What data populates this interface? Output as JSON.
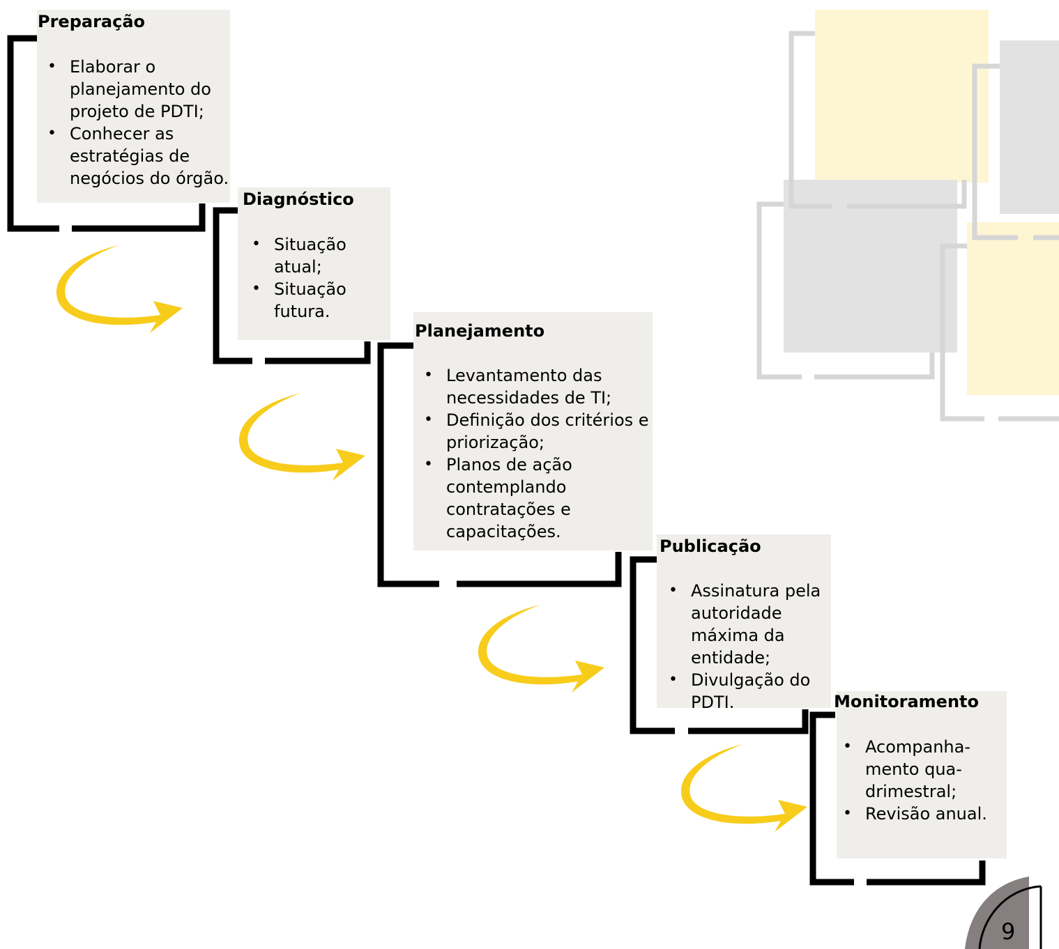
{
  "steps": [
    {
      "title": "Preparação",
      "bullets": [
        " Elaborar o planejamento do projeto de PDTI;",
        " Conhecer as estratégias de negócios do órgão."
      ]
    },
    {
      "title": "Diagnóstico",
      "bullets": [
        "Situação atual;",
        "Situação futura."
      ]
    },
    {
      "title": "Planejamento",
      "bullets": [
        "Levantamento das necessidades de TI;",
        "Definição dos critérios e priorização;",
        "Planos de ação contemplando contratações e capacitações."
      ]
    },
    {
      "title": "Publicação",
      "bullets": [
        "Assinatura pela autoridade máxima da entidade;",
        "Divulgação do PDTI."
      ]
    },
    {
      "title": "Monitoramento",
      "bullets": [
        "Acompanha-mento qua-drimestral;",
        "Revisão anual."
      ]
    }
  ],
  "page_number": "9",
  "colors": {
    "box": "#efeeea",
    "arrow": "#f7cc1b",
    "frame": "#000000",
    "deco_gray": "#e3e2e3",
    "deco_yellow": "#fef5d3",
    "deco_line": "#d6d6d6",
    "tab": "#857f80"
  }
}
